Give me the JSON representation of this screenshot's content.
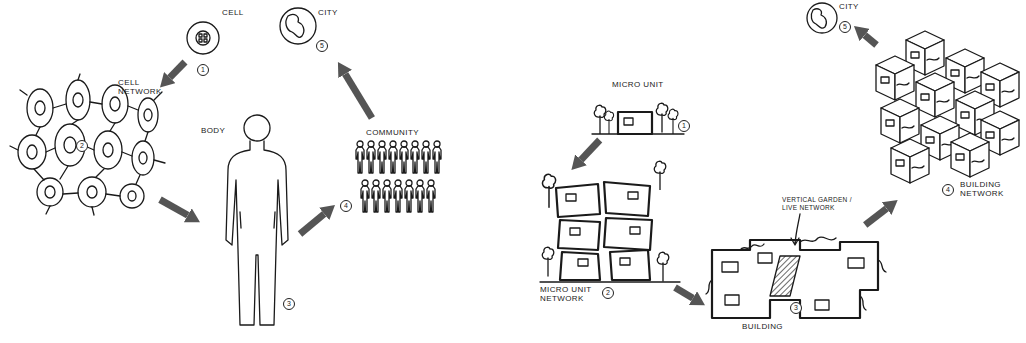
{
  "diagram": {
    "nodes": [
      {
        "text": [
          "CELL",
          "1"
        ]
      },
      {
        "text": [
          "CELL NETWORK",
          "2"
        ]
      },
      {
        "text": [
          "BODY",
          "3"
        ]
      },
      {
        "text": [
          "COMMUNITY",
          "4"
        ]
      },
      {
        "text": [
          "CITY",
          "5"
        ]
      },
      {
        "text": [
          "MICRO UNIT",
          "1"
        ]
      },
      {
        "text": [
          "MICRO UNIT NETWORK",
          "2"
        ]
      },
      {
        "text": [
          "BUILDING",
          "3"
        ]
      },
      {
        "text": [
          "BUILDING NETWORK",
          "4"
        ]
      },
      {
        "text": [
          "CITY",
          "5"
        ]
      }
    ],
    "edges": [
      {
        "from": 0,
        "to": 1,
        "arrow": "to"
      },
      {
        "from": 1,
        "to": 2,
        "arrow": "to"
      },
      {
        "from": 2,
        "to": 3,
        "arrow": "to"
      },
      {
        "from": 3,
        "to": 4,
        "arrow": "to"
      },
      {
        "from": 5,
        "to": 6,
        "arrow": "to"
      },
      {
        "from": 6,
        "to": 7,
        "arrow": "to"
      },
      {
        "from": 7,
        "to": 8,
        "arrow": "to"
      },
      {
        "from": 8,
        "to": 9,
        "arrow": "to"
      }
    ],
    "labels": [
      "VERTICAL GARDEN / LIVE NETWORK"
    ]
  }
}
